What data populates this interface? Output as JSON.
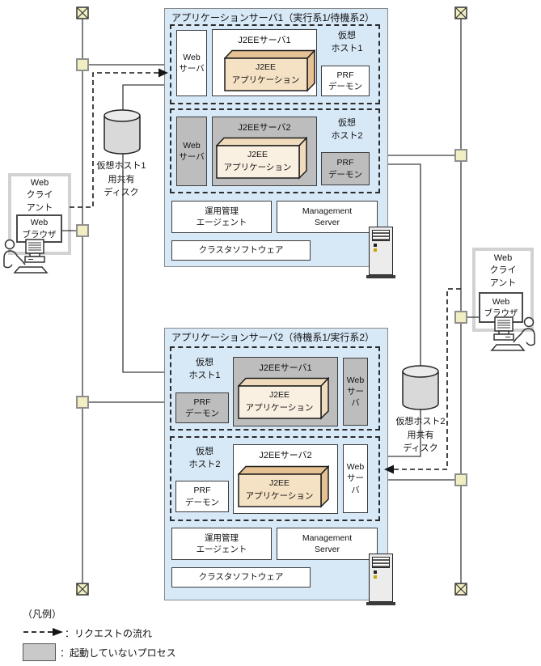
{
  "colors": {
    "server_bg": "#d7e8f7",
    "inactive_process_gray": "#bdbdbd",
    "node_yellow": "#f1efc2",
    "app_face_active": "#f5e1c4",
    "app_edge_active": "#e6c193",
    "app_face_pale": "#faf0e1",
    "app_edge_pale": "#f0dcbd"
  },
  "s1": {
    "title": "アプリケーションサーバ1（実行系1/待機系2）",
    "vh1": {
      "host": [
        "仮想",
        "ホスト1"
      ],
      "web": [
        "Web",
        "サーバ"
      ],
      "j2ee": "J2EEサーバ1",
      "app": [
        "J2EE",
        "アプリケーション"
      ],
      "prf": [
        "PRF",
        "デーモン"
      ]
    },
    "vh2": {
      "host": [
        "仮想",
        "ホスト2"
      ],
      "web": [
        "Web",
        "サーバ"
      ],
      "j2ee": "J2EEサーバ2",
      "app": [
        "J2EE",
        "アプリケーション"
      ],
      "prf": [
        "PRF",
        "デーモン"
      ]
    },
    "agent": [
      "運用管理",
      "エージェント"
    ],
    "mgmt": [
      "Management",
      "Server"
    ],
    "cluster": "クラスタソフトウェア"
  },
  "s2": {
    "title": "アプリケーションサーバ2（待機系1/実行系2）",
    "vh1": {
      "host": [
        "仮想",
        "ホスト1"
      ],
      "web": [
        "Web",
        "サーバ"
      ],
      "j2ee": "J2EEサーバ1",
      "app": [
        "J2EE",
        "アプリケーション"
      ],
      "prf": [
        "PRF",
        "デーモン"
      ]
    },
    "vh2": {
      "host": [
        "仮想",
        "ホスト2"
      ],
      "web": [
        "Web",
        "サーバ"
      ],
      "j2ee": "J2EEサーバ2",
      "app": [
        "J2EE",
        "アプリケーション"
      ],
      "prf": [
        "PRF",
        "デーモン"
      ]
    },
    "agent": [
      "運用管理",
      "エージェント"
    ],
    "mgmt": [
      "Management",
      "Server"
    ],
    "cluster": "クラスタソフトウェア"
  },
  "client_left": {
    "title": [
      "Web",
      "クライ",
      "アント"
    ],
    "browser": [
      "Web",
      "ブラウザ"
    ]
  },
  "client_right": {
    "title": [
      "Web",
      "クライ",
      "アント"
    ],
    "browser": [
      "Web",
      "ブラウザ"
    ]
  },
  "disk1": {
    "label": [
      "仮想ホスト1",
      "用共有",
      "ディスク"
    ]
  },
  "disk2": {
    "label": [
      "仮想ホスト2",
      "用共有",
      "ディスク"
    ]
  },
  "legend": {
    "title": "（凡例）",
    "request": "：リクエストの流れ",
    "inactive": "：起動していないプロセス"
  }
}
